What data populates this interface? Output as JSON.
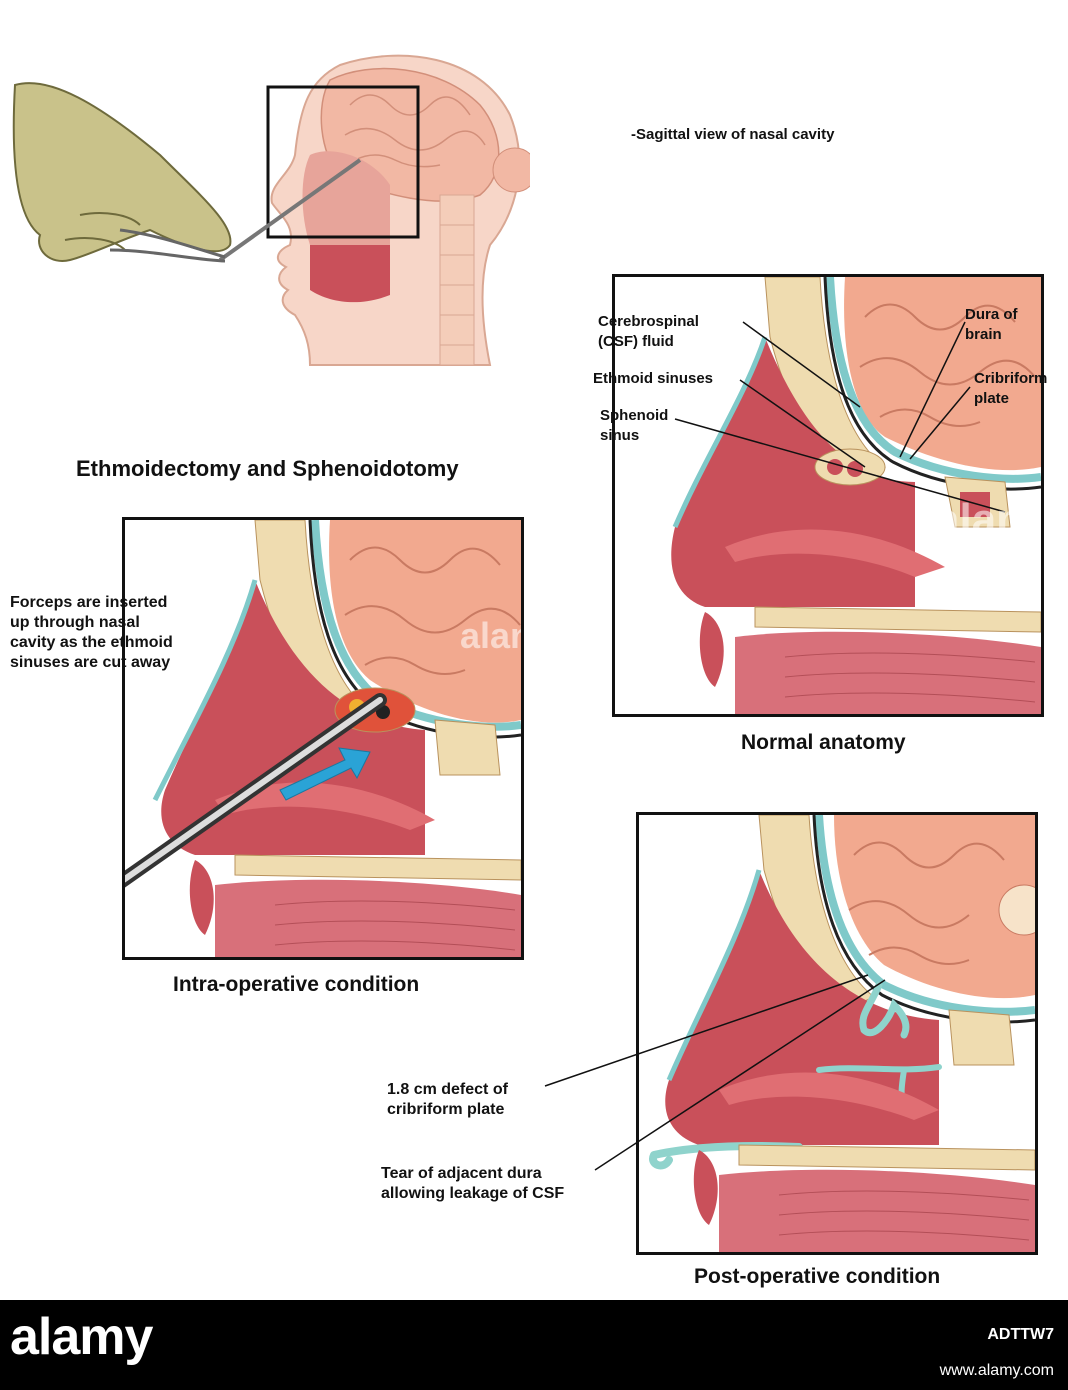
{
  "header": {
    "view_note": "-Sagittal view of nasal cavity",
    "main_title": "Ethmoidectomy and Sphenoidotomy"
  },
  "panels": {
    "normal": {
      "caption": "Normal anatomy",
      "labels": {
        "csf": "Cerebrospinal\n(CSF) fluid",
        "dura": "Dura of\nbrain",
        "ethmoid": "Ethmoid sinuses",
        "cribriform": "Cribriform\nplate",
        "sphenoid": "Sphenoid\nsinus"
      }
    },
    "intraop": {
      "caption": "Intra-operative condition",
      "labels": {
        "forceps": "Forceps are inserted\nup through nasal\ncavity as the ethmoid\nsinuses are cut away"
      }
    },
    "postop": {
      "caption": "Post-operative condition",
      "labels": {
        "defect": "1.8 cm defect of\ncribriform plate",
        "tear": "Tear of adjacent dura\nallowing leakage of CSF"
      }
    }
  },
  "watermark": {
    "logo": "alamy",
    "image_id": "ADTTW7",
    "url": "www.alamy.com",
    "overlay": "alamy"
  },
  "colors": {
    "brain": "#f2a98f",
    "tissue": "#c9505a",
    "bone": "#efdcb0",
    "csf": "#7fc9c9",
    "frame": "#111111"
  }
}
